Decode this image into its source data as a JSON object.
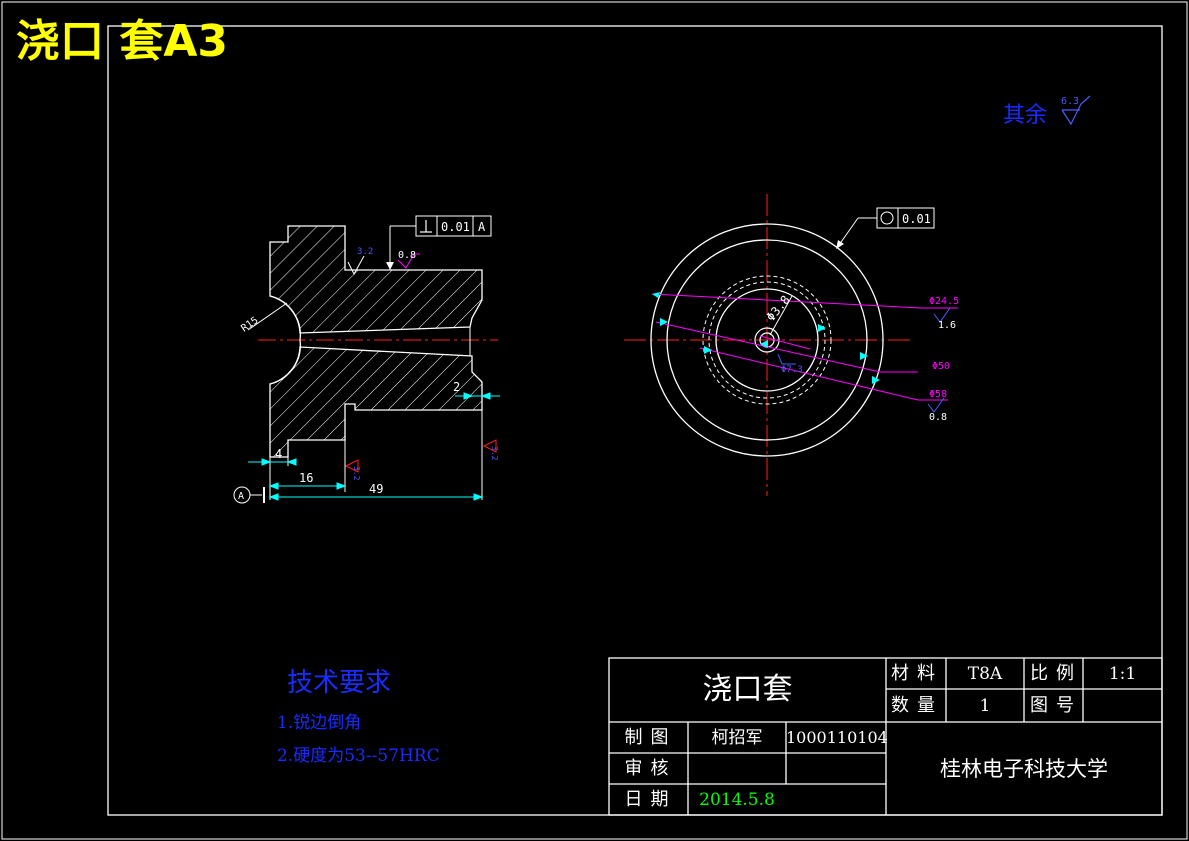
{
  "title": "浇口 套A3",
  "surface_note": {
    "label": "其余",
    "roughness": "6.3"
  },
  "front_view": {
    "flatness_tolerance": {
      "value": "0.01",
      "datum": "A"
    },
    "roughness_a": "3.2",
    "roughness_b": "0.8",
    "radius": "R15",
    "dim_2": "2",
    "dim_4": "4",
    "dim_16": "16",
    "dim_49": "49",
    "roughness_c": "3.2",
    "roughness_d": "3.2",
    "datum_label": "A"
  },
  "side_view": {
    "roundness_tolerance": "0.01",
    "dim_d3_8": "Φ3.8",
    "dim_d7_3": "Φ7.3",
    "dim_d24_5": "Φ24.5",
    "roughness_1_6": "1.6",
    "dim_d50": "Φ50",
    "dim_d58": "Φ58",
    "roughness_0_8": "0.8"
  },
  "tech_requirements": {
    "title": "技术要求",
    "items": [
      "1.锐边倒角",
      "2.硬度为53--57HRC"
    ]
  },
  "title_block": {
    "part_name": "浇口套",
    "material_label": "材料",
    "material": "T8A",
    "scale_label": "比例",
    "scale": "1:1",
    "quantity_label": "数量",
    "quantity": "1",
    "drawing_no_label": "图号",
    "drawing_no": "",
    "drawn_label": "制图",
    "drawn_by": "柯招军",
    "student_id": "1000110104",
    "review_label": "审核",
    "date_label": "日期",
    "date": "2014.5.8",
    "school": "桂林电子科技大学"
  },
  "colors": {
    "background": "#000000",
    "lines": "#ffffff",
    "centerline": "#ff2020",
    "dimensions": "#00ffff",
    "leader": "#ff00ff",
    "note": "#1a2cff",
    "title": "#ffff00",
    "date": "#00ff00"
  }
}
